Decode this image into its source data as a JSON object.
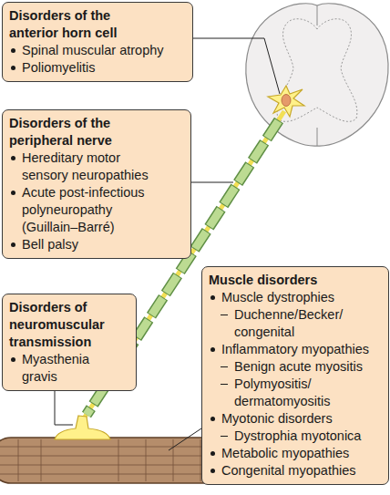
{
  "diagram": {
    "nodes": [
      {
        "text": [
          "Disorders of the anterior horn cell",
          "Spinal muscular atrophy",
          "Poliomyelitis"
        ]
      },
      {
        "text": [
          "Disorders of the peripheral nerve",
          "Hereditary motor sensory neuropathies",
          "Acute post-infectious polyneuropathy (Guillain–Barré)",
          "Bell palsy"
        ]
      },
      {
        "text": [
          "Disorders of neuromuscular transmission",
          "Myasthenia gravis"
        ]
      },
      {
        "text": [
          "Muscle disorders",
          "Muscle dystrophies",
          "Duchenne/Becker/ congenital",
          "Inflammatory myopathies",
          "Benign acute myositis",
          "Polymyositis/ dermatomyositis",
          "Myotonic disorders",
          "Dystrophia myotonica",
          "Metabolic myopathies",
          "Congenital myopathies"
        ]
      }
    ]
  }
}
